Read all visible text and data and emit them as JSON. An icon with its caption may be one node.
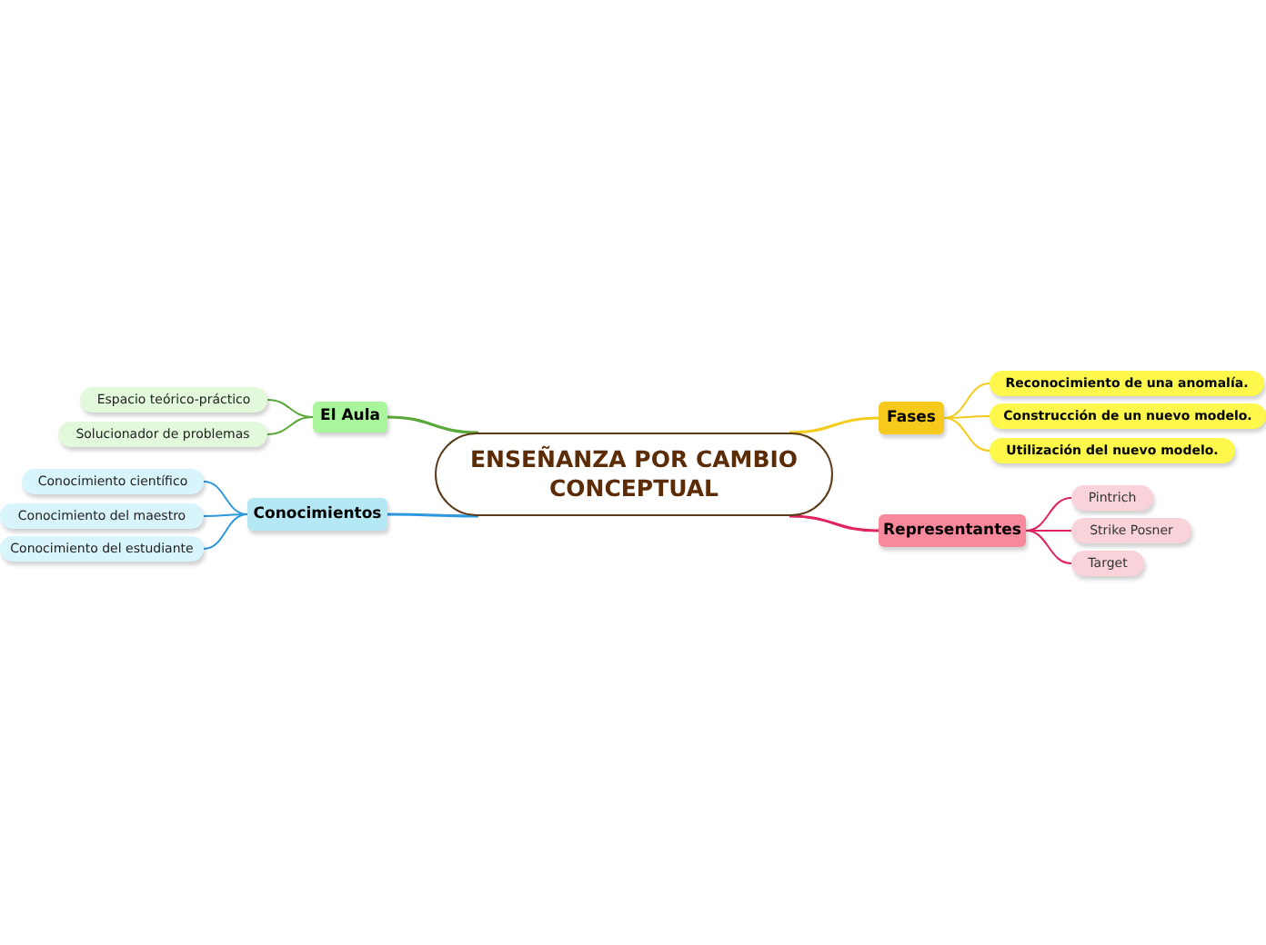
{
  "diagram": {
    "nodes": [
      {
        "text": [
          "ENSEÑANZA POR CAMBIO CONCEPTUAL"
        ]
      },
      {
        "text": [
          "El Aula"
        ]
      },
      {
        "text": [
          "Espacio teórico-práctico"
        ]
      },
      {
        "text": [
          "Solucionador de problemas"
        ]
      },
      {
        "text": [
          "Conocimientos"
        ]
      },
      {
        "text": [
          "Conocimiento científico"
        ]
      },
      {
        "text": [
          "Conocimiento del maestro"
        ]
      },
      {
        "text": [
          "Conocimiento del estudiante"
        ]
      },
      {
        "text": [
          "Fases"
        ]
      },
      {
        "text": [
          "Reconocimiento de una anomalía."
        ]
      },
      {
        "text": [
          "Construcción de un nuevo modelo."
        ]
      },
      {
        "text": [
          "Utilización del nuevo modelo."
        ]
      },
      {
        "text": [
          "Representantes"
        ]
      },
      {
        "text": [
          "Pintrich"
        ]
      },
      {
        "text": [
          "Strike Posner"
        ]
      },
      {
        "text": [
          "Target"
        ]
      }
    ],
    "edges": [
      {
        "from": 0,
        "to": 1,
        "arrow": "none",
        "color": "#5aa83a"
      },
      {
        "from": 1,
        "to": 2,
        "arrow": "none",
        "color": "#5aa83a"
      },
      {
        "from": 1,
        "to": 3,
        "arrow": "none",
        "color": "#5aa83a"
      },
      {
        "from": 0,
        "to": 4,
        "arrow": "none",
        "color": "#2b98e0"
      },
      {
        "from": 4,
        "to": 5,
        "arrow": "none",
        "color": "#2b98e0"
      },
      {
        "from": 4,
        "to": 6,
        "arrow": "none",
        "color": "#2b98e0"
      },
      {
        "from": 4,
        "to": 7,
        "arrow": "none",
        "color": "#2b98e0"
      },
      {
        "from": 0,
        "to": 8,
        "arrow": "none",
        "color": "#f5cc1c"
      },
      {
        "from": 8,
        "to": 9,
        "arrow": "none",
        "color": "#f5cc1c"
      },
      {
        "from": 8,
        "to": 10,
        "arrow": "none",
        "color": "#f5cc1c"
      },
      {
        "from": 8,
        "to": 11,
        "arrow": "none",
        "color": "#f5cc1c"
      },
      {
        "from": 0,
        "to": 12,
        "arrow": "none",
        "color": "#e0245e"
      },
      {
        "from": 12,
        "to": 13,
        "arrow": "none",
        "color": "#e0245e"
      },
      {
        "from": 12,
        "to": 14,
        "arrow": "none",
        "color": "#e0245e"
      },
      {
        "from": 12,
        "to": 15,
        "arrow": "none",
        "color": "#e0245e"
      }
    ]
  }
}
